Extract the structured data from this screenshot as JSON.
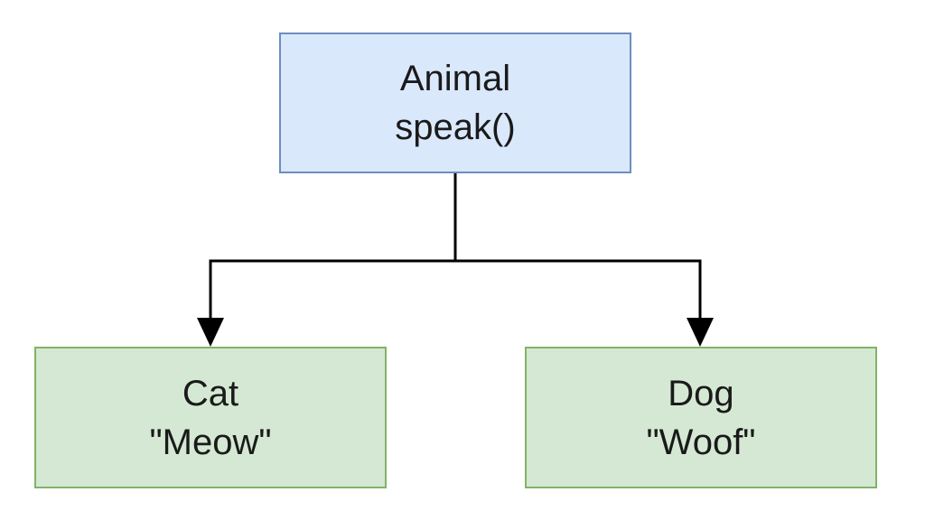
{
  "diagram": {
    "parent": {
      "title": "Animal",
      "method": "speak()"
    },
    "children": [
      {
        "title": "Cat",
        "sound": "\"Meow\""
      },
      {
        "title": "Dog",
        "sound": "\"Woof\""
      }
    ],
    "colors": {
      "parent_fill": "#dae8fc",
      "parent_stroke": "#6c8ebf",
      "child_fill": "#d5e8d4",
      "child_stroke": "#82b366",
      "connector": "#000000"
    }
  }
}
